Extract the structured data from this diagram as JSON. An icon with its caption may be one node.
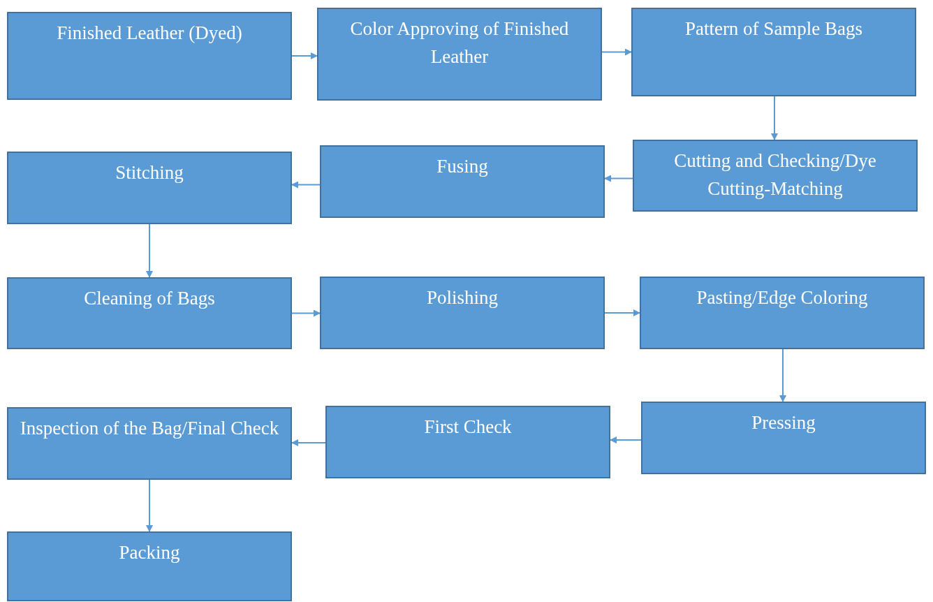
{
  "diagram": {
    "nodes": [
      {
        "text": [
          "Finished Leather (Dyed)"
        ]
      },
      {
        "text": [
          "Color Approving of Finished Leather"
        ]
      },
      {
        "text": [
          "Pattern of Sample Bags"
        ]
      },
      {
        "text": [
          "Cutting and Checking/Dye Cutting-Matching"
        ]
      },
      {
        "text": [
          "Fusing"
        ]
      },
      {
        "text": [
          "Stitching"
        ]
      },
      {
        "text": [
          "Cleaning of Bags"
        ]
      },
      {
        "text": [
          "Polishing"
        ]
      },
      {
        "text": [
          "Pasting/Edge Coloring"
        ]
      },
      {
        "text": [
          "Pressing"
        ]
      },
      {
        "text": [
          "First Check"
        ]
      },
      {
        "text": [
          "Inspection of the Bag/Final Check"
        ]
      },
      {
        "text": [
          "Packing"
        ]
      }
    ],
    "edges": [
      {
        "from": 0,
        "to": 1,
        "arrow": "to"
      },
      {
        "from": 1,
        "to": 2,
        "arrow": "to"
      },
      {
        "from": 2,
        "to": 3,
        "arrow": "to"
      },
      {
        "from": 3,
        "to": 4,
        "arrow": "to"
      },
      {
        "from": 4,
        "to": 5,
        "arrow": "to"
      },
      {
        "from": 5,
        "to": 6,
        "arrow": "to"
      },
      {
        "from": 6,
        "to": 7,
        "arrow": "to"
      },
      {
        "from": 7,
        "to": 8,
        "arrow": "to"
      },
      {
        "from": 8,
        "to": 9,
        "arrow": "to"
      },
      {
        "from": 9,
        "to": 10,
        "arrow": "to"
      },
      {
        "from": 10,
        "to": 11,
        "arrow": "to"
      },
      {
        "from": 11,
        "to": 12,
        "arrow": "to"
      }
    ]
  }
}
